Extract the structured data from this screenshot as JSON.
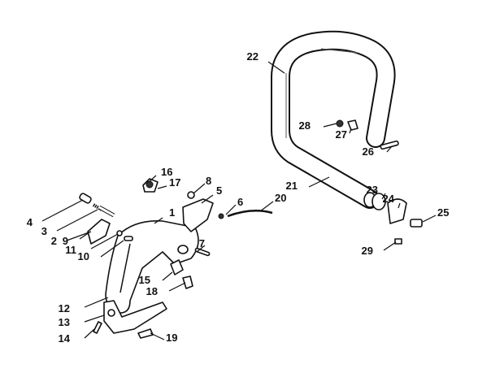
{
  "diagram": {
    "part_numbers": [
      "1",
      "2",
      "3",
      "4",
      "5",
      "6",
      "7",
      "8",
      "9",
      "10",
      "11",
      "12",
      "13",
      "14",
      "15",
      "16",
      "17",
      "18",
      "19",
      "20",
      "21",
      "22",
      "23",
      "24",
      "25",
      "26",
      "27",
      "28",
      "29"
    ]
  }
}
